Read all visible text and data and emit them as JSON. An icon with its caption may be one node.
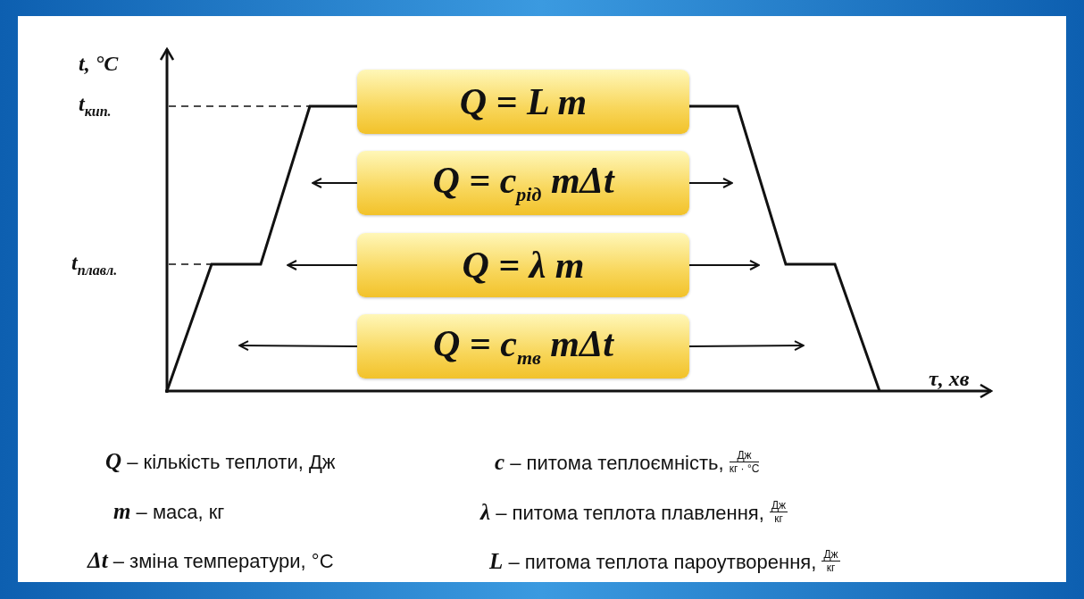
{
  "diagram": {
    "nodes": [
      {
        "text": [
          "Q = L m"
        ]
      },
      {
        "text": [
          "Q = c$_{рід}$ mΔt"
        ]
      },
      {
        "text": [
          "Q = λ m"
        ]
      },
      {
        "text": [
          "Q = c$_{тв}$ mΔt"
        ]
      }
    ],
    "edges": [
      {
        "from": 1,
        "to": null,
        "arrow": "to"
      },
      {
        "from": 1,
        "to": null,
        "arrow": "to"
      },
      {
        "from": 2,
        "to": null,
        "arrow": "to"
      },
      {
        "from": 2,
        "to": null,
        "arrow": "to"
      },
      {
        "from": 3,
        "to": null,
        "arrow": "to"
      },
      {
        "from": 3,
        "to": null,
        "arrow": "to"
      }
    ],
    "labels": [
      "t, °C",
      "t$_{кип.}$",
      "t$_{плавл.}$",
      "τ, хв",
      "**Q** – кількість теплоти, Дж",
      "**c** – питома теплоємність,",
      "Дж",
      "кг · °C",
      "**m** – маса, кг",
      "**λ** – питома теплота плавлення,",
      "Дж",
      "кг",
      "**Δt** – зміна температури, °C",
      "**L** – питома теплота пароутворення,",
      "Дж",
      "кг"
    ]
  }
}
